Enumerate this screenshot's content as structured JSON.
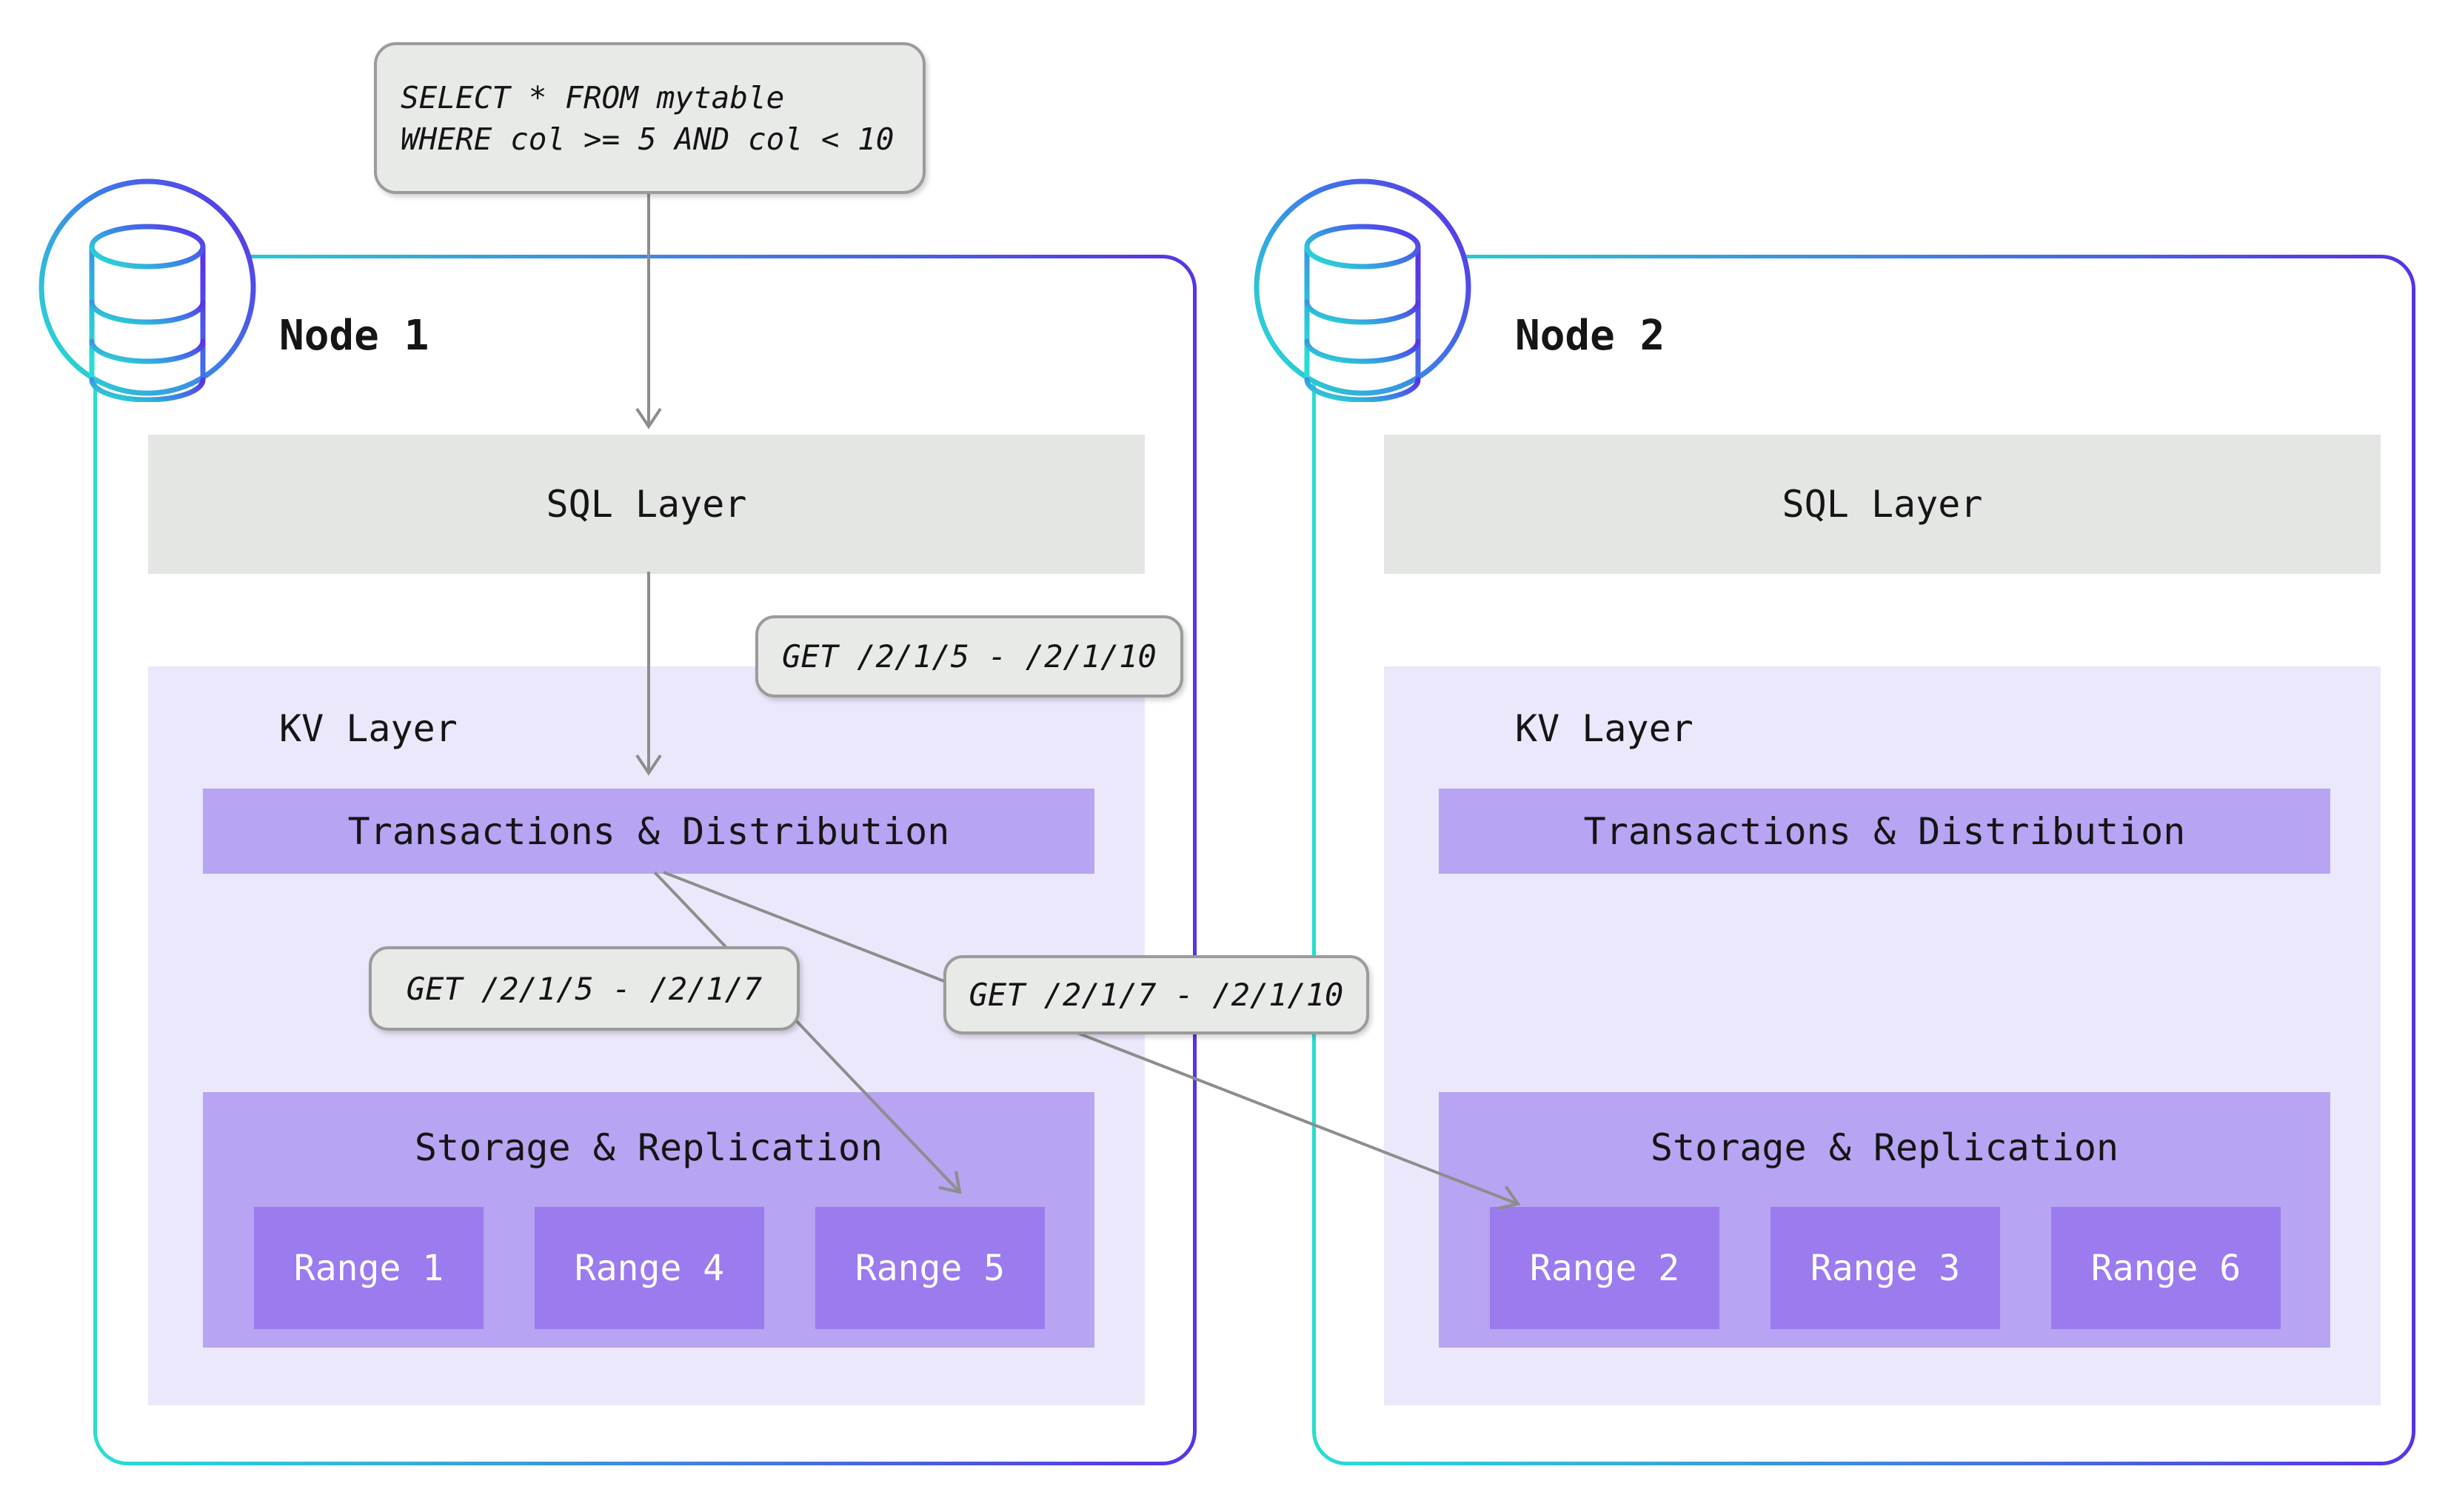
{
  "query": {
    "lines": [
      "SELECT * FROM mytable",
      "WHERE col >= 5 AND col < 10"
    ]
  },
  "requests": {
    "full": "GET /2/1/5 - /2/1/10",
    "left": "GET /2/1/5 - /2/1/7",
    "right": "GET /2/1/7 - /2/1/10"
  },
  "nodes": [
    {
      "title": "Node 1",
      "sql": "SQL Layer",
      "kv": "KV Layer",
      "transactions": "Transactions & Distribution",
      "storage": "Storage & Replication",
      "ranges": [
        "Range 1",
        "Range 4",
        "Range 5"
      ]
    },
    {
      "title": "Node 2",
      "sql": "SQL Layer",
      "kv": "KV Layer",
      "transactions": "Transactions & Distribution",
      "storage": "Storage & Replication",
      "ranges": [
        "Range 2",
        "Range 3",
        "Range 6"
      ]
    }
  ],
  "icons": {
    "node_icon": "database-cylinder-icon"
  },
  "colors": {
    "node_border_start": "#28DED2",
    "node_border_end": "#5733E4",
    "kv_bg": "#ECE8FB",
    "bar_bg": "#B7A4F2",
    "range_bg": "#9B7BEE",
    "sql_bg": "#E4E6E4",
    "label_bg": "#E8EAE8",
    "label_border": "#9B9B9B",
    "arrow": "#8D8D8D",
    "text": "#151515"
  }
}
